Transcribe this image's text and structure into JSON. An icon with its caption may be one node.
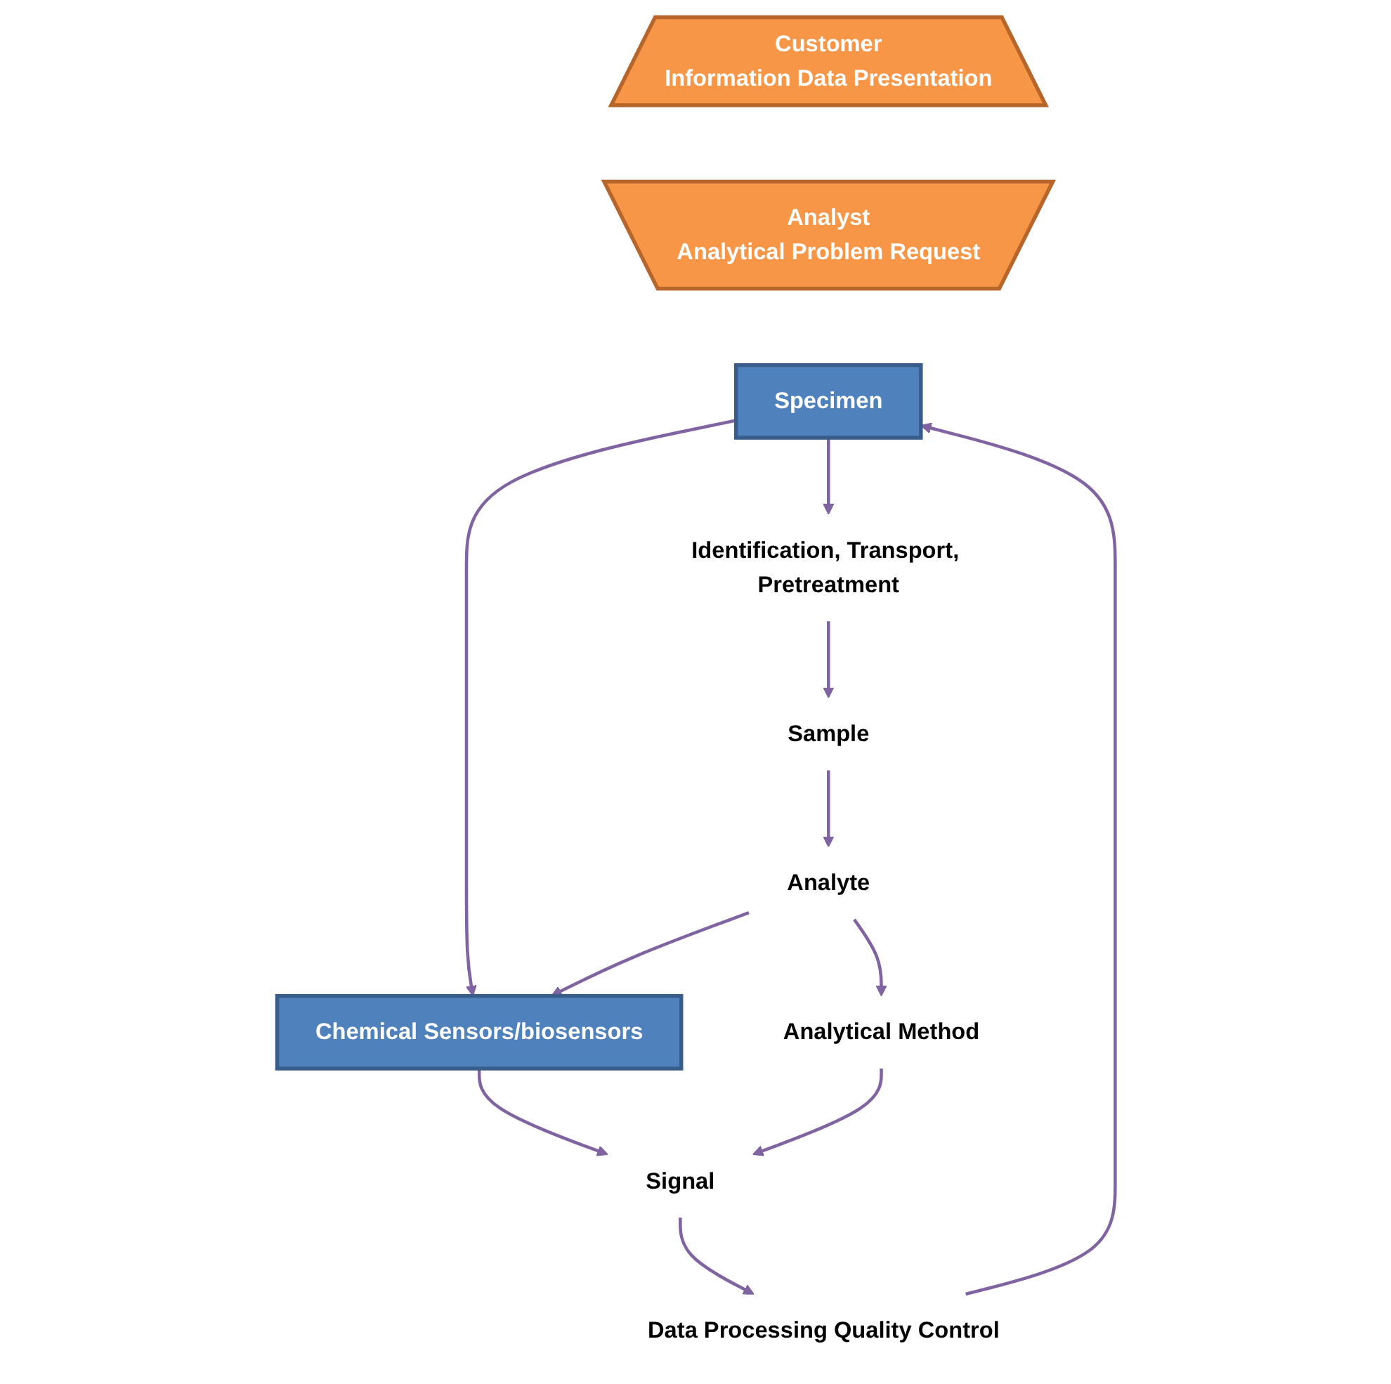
{
  "diagram": {
    "nodes": [
      {
        "text": [
          "Customer",
          "Information Data Presentation"
        ]
      },
      {
        "text": [
          "Analyst",
          "Analytical Problem Request"
        ]
      },
      {
        "text": [
          "Specimen"
        ]
      },
      {
        "text": [
          "Identification, Transport, Pretreatment"
        ]
      },
      {
        "text": [
          "Data Processing Quality Control"
        ]
      },
      {
        "text": [
          "Sample"
        ]
      },
      {
        "text": [
          "Signal"
        ]
      },
      {
        "text": [
          "Chemical Sensors/biosensors"
        ]
      },
      {
        "text": [
          "Analyte"
        ]
      },
      {
        "text": [
          "Analytical Method"
        ]
      }
    ],
    "edges": [
      {
        "from": 4,
        "to": 2,
        "arrow": "to"
      },
      {
        "from": 2,
        "to": 3,
        "arrow": "to"
      },
      {
        "from": 3,
        "to": 5,
        "arrow": "to"
      },
      {
        "from": 5,
        "to": 8,
        "arrow": "to"
      },
      {
        "from": 2,
        "to": 7,
        "arrow": "to"
      },
      {
        "from": 8,
        "to": 7,
        "arrow": "to"
      },
      {
        "from": 7,
        "to": 6,
        "arrow": "to"
      },
      {
        "from": 8,
        "to": 9,
        "arrow": "to"
      },
      {
        "from": 9,
        "to": 6,
        "arrow": "to"
      },
      {
        "from": 6,
        "to": 4,
        "arrow": "to"
      }
    ]
  }
}
